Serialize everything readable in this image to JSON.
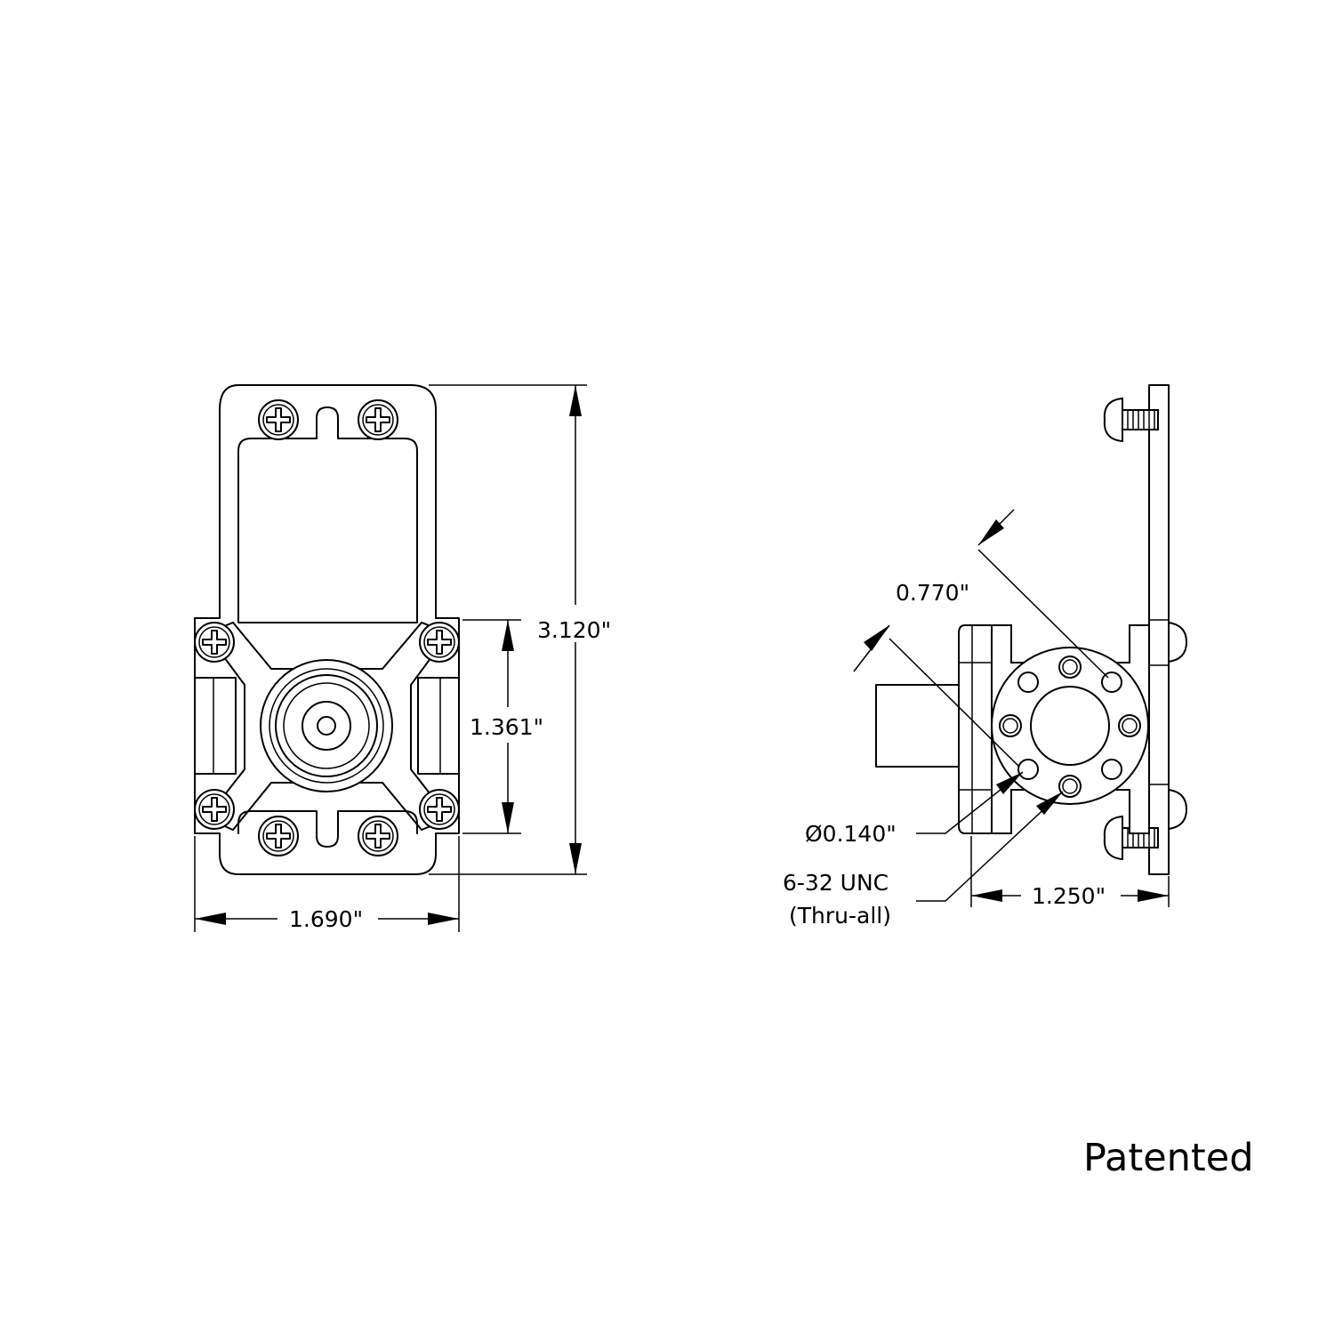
{
  "front_view": {
    "height_label": "3.120\"",
    "hole_spacing_label": "1.361\"",
    "width_label": "1.690\""
  },
  "side_view": {
    "bolt_circle_label": "0.770\"",
    "hole_diameter_label": "Ø0.140\"",
    "thread_label_line1": "6-32 UNC",
    "thread_label_line2": "(Thru-all)",
    "depth_label": "1.250\""
  },
  "note": "Patented",
  "colors": {
    "line": "#000000",
    "background": "#ffffff"
  }
}
